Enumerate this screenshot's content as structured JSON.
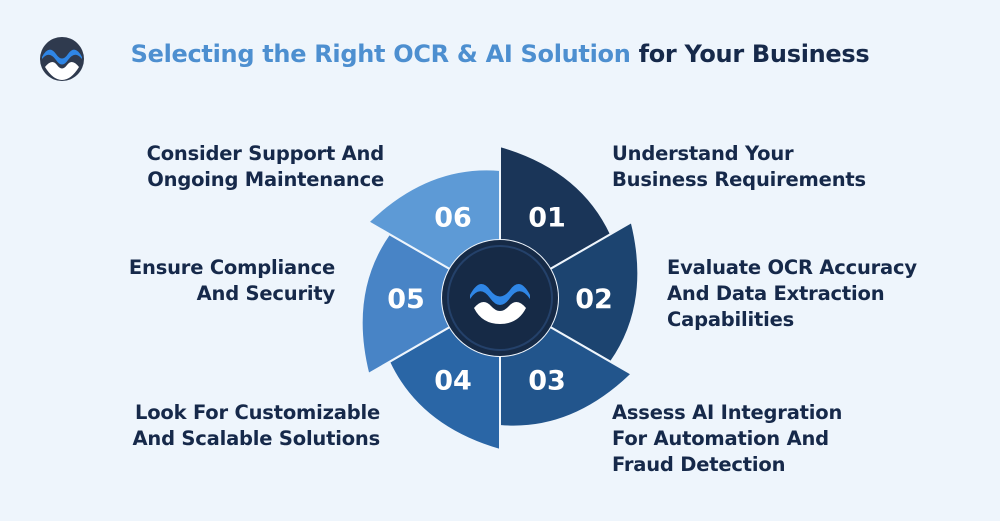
{
  "header": {
    "title_highlight": "Selecting the Right OCR & AI Solution",
    "title_rest": " for Your Business"
  },
  "steps": [
    {
      "number": "01",
      "label": "Understand Your\nBusiness Requirements",
      "color": "#1a3558"
    },
    {
      "number": "02",
      "label": "Evaluate OCR Accuracy\nAnd Data Extraction\nCapabilities",
      "color": "#1c4470"
    },
    {
      "number": "03",
      "label": "Assess AI Integration\nFor Automation And\nFraud Detection",
      "color": "#22558c"
    },
    {
      "number": "04",
      "label": "Look For Customizable\nAnd Scalable Solutions",
      "color": "#2a66a6"
    },
    {
      "number": "05",
      "label": "Ensure Compliance\nAnd Security",
      "color": "#4884c6"
    },
    {
      "number": "06",
      "label": "Consider Support And\nOngoing Maintenance",
      "color": "#5d9ad6"
    }
  ],
  "colors": {
    "background": "#eef5fc",
    "title_dark": "#16294a",
    "title_accent": "#4d8fd0",
    "center": "#162a46",
    "logo_blue": "#2f86e6"
  }
}
